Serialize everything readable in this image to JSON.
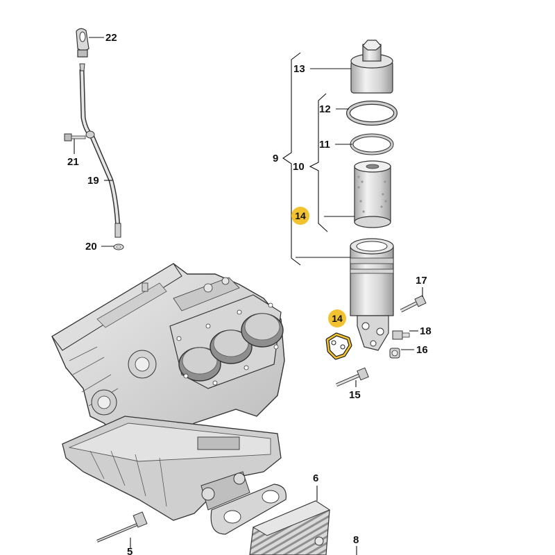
{
  "callouts": {
    "c22": "22",
    "c21": "21",
    "c19": "19",
    "c20": "20",
    "c13": "13",
    "c12": "12",
    "c11": "11",
    "c9": "9",
    "c10": "10",
    "c14a": "14",
    "c14b": "14",
    "c17": "17",
    "c18": "18",
    "c16": "16",
    "c15": "15",
    "c6": "6",
    "c8": "8",
    "c5": "5"
  },
  "colors": {
    "highlight": "#f2c230",
    "metal_light": "#e8e8e8",
    "metal_mid": "#c9c9c9",
    "metal_dark": "#9a9a9a",
    "gasket": "#f2c230"
  }
}
